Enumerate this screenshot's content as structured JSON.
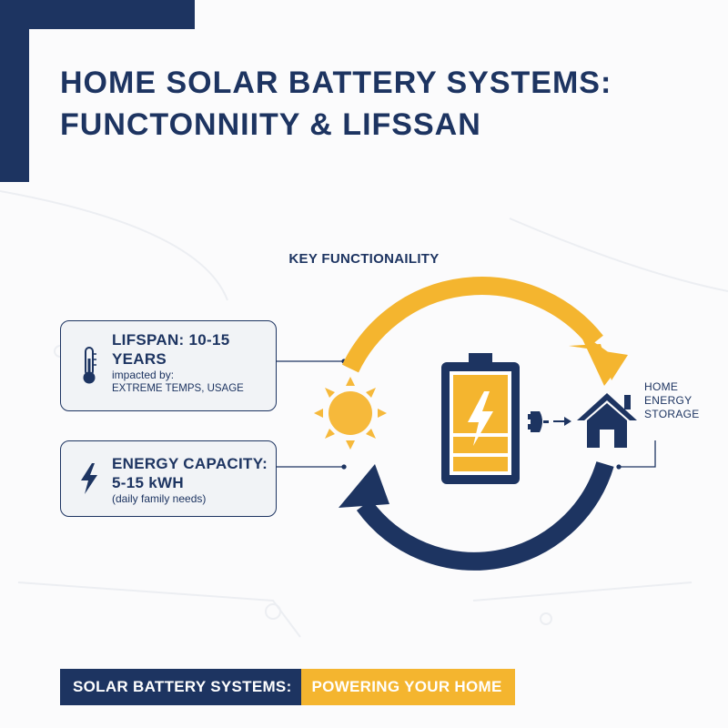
{
  "title": {
    "line1": "HOME SOLAR BATTERY SYSTEMS:",
    "line2": "FUNCTONNIITY & LIFSSAN"
  },
  "diagram": {
    "heading": "KEY FUNCTIONAILITY",
    "home_label": [
      "HOME",
      "ENERGY",
      "STORAGE"
    ]
  },
  "lifespan_box": {
    "head_line1": "LIFSPAN: 10-15",
    "head_line2": "YEARS",
    "sub1": "impacted by:",
    "sub2": "EXTREME TEMPS, USAGE",
    "icon": "thermometer-icon"
  },
  "energy_box": {
    "head_line1": "ENERGY CAPACITY:",
    "head_line2": "5-15 kWH",
    "sub1": "(daily family needs)",
    "icon": "lightning-bolt-icon"
  },
  "footer": {
    "left": "SOLAR BATTERY SYSTEMS:",
    "right": "POWERING YOUR HOME"
  },
  "colors": {
    "navy": "#1d3461",
    "gold": "#f4b52f",
    "sun": "#f6b93b"
  }
}
